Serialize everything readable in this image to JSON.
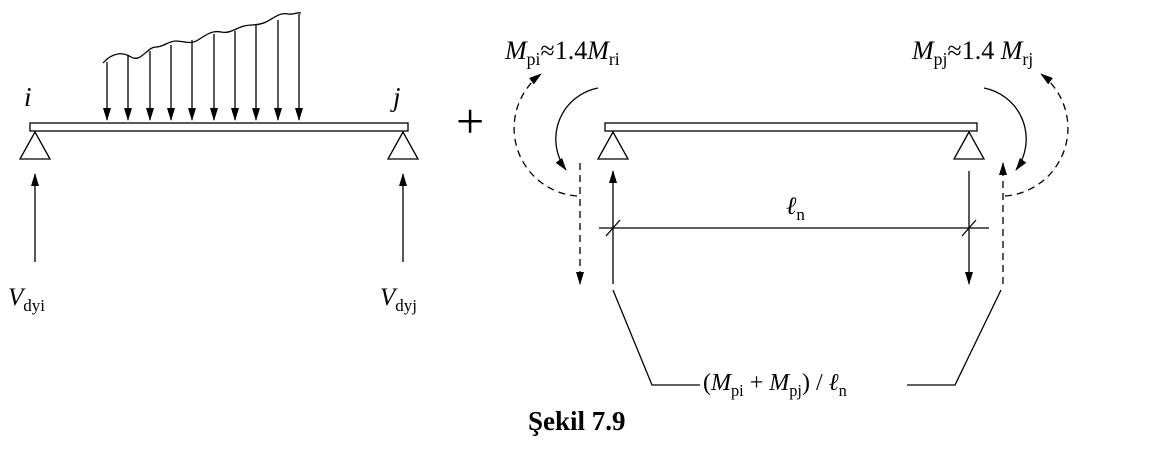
{
  "figure": {
    "caption": "Şekil 7.9",
    "plus_operator": "+"
  },
  "left_beam": {
    "node_i": "i",
    "node_j": "j",
    "reaction_i": [
      {
        "t": "V",
        "i": true
      },
      {
        "t": "dyi",
        "sub": true
      }
    ],
    "reaction_j": [
      {
        "t": "V",
        "i": true
      },
      {
        "t": "dyj",
        "sub": true
      }
    ]
  },
  "right_beam": {
    "moment_i": [
      {
        "t": "M",
        "i": true
      },
      {
        "t": "pi",
        "sub": true
      },
      {
        "t": "≈1.4"
      },
      {
        "t": "M",
        "i": true
      },
      {
        "t": "ri",
        "sub": true
      }
    ],
    "moment_j": [
      {
        "t": "M",
        "i": true
      },
      {
        "t": "pj",
        "sub": true
      },
      {
        "t": "≈1.4 "
      },
      {
        "t": "M",
        "i": true
      },
      {
        "t": "rj",
        "sub": true
      }
    ],
    "clear_span": [
      {
        "t": "ℓ",
        "i": true
      },
      {
        "t": "n",
        "sub": true
      }
    ],
    "shear_formula": [
      {
        "t": "("
      },
      {
        "t": "M",
        "i": true
      },
      {
        "t": "pi",
        "sub": true
      },
      {
        "t": " + "
      },
      {
        "t": "M",
        "i": true
      },
      {
        "t": "pj",
        "sub": true
      },
      {
        "t": ") / "
      },
      {
        "t": "ℓ",
        "i": true
      },
      {
        "t": "n",
        "sub": true
      }
    ]
  },
  "colors": {
    "ink": "#000000",
    "background": "#ffffff"
  }
}
